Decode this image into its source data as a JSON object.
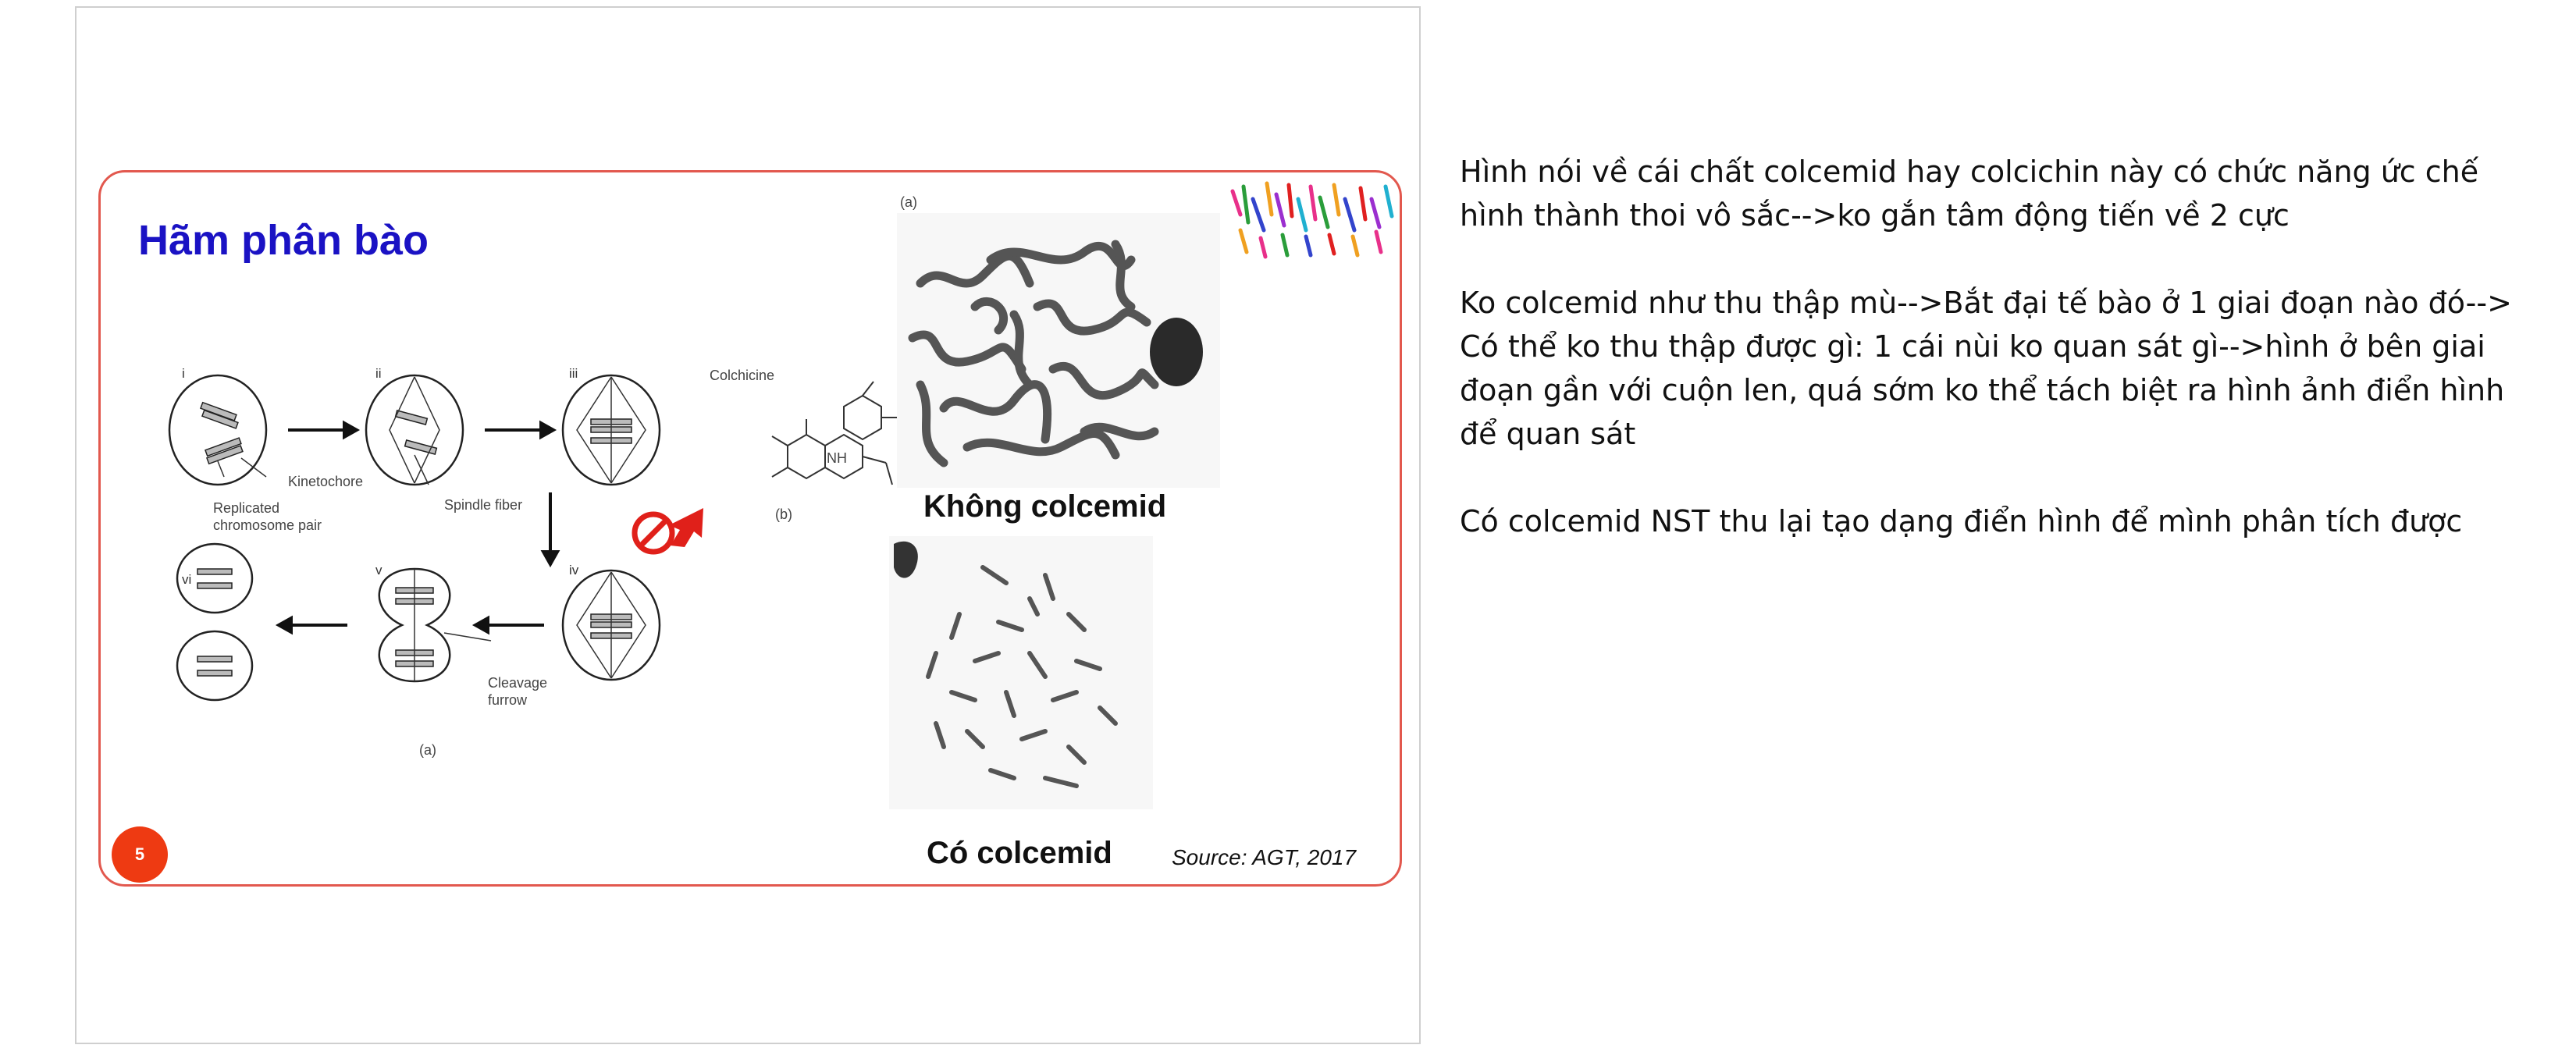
{
  "slide": {
    "title": "Hãm phân bào",
    "page_number": "5",
    "panel_label": "(a)",
    "colchicine_label": "Colchicine",
    "nh_label": "NH",
    "b_label": "(b)",
    "diagram_caption": "(a)",
    "cell_labels": [
      "i",
      "ii",
      "iii",
      "iv",
      "v",
      "vi"
    ],
    "kinetochore_label": "Kinetochore",
    "replicated_label_line1": "Replicated",
    "replicated_label_line2": "chromosome pair",
    "spindle_label": "Spindle fiber",
    "cleavage_label_line1": "Cleavage",
    "cleavage_label_line2": "furrow",
    "without_colcemid": "Không colcemid",
    "with_colcemid": "Có colcemid",
    "source": "Source: AGT, 2017",
    "colors": {
      "frame": "#e2584e",
      "title": "#1a12c4",
      "badge": "#ee3a12",
      "stop": "#e0201a"
    }
  },
  "notes": {
    "paragraph1": "Hình nói về cái chất colcemid hay colcichin này có chức năng ức chế hình thành thoi vô sắc-->ko gắn tâm động tiến về 2 cực",
    "paragraph2": "Ko colcemid như thu thập mù-->Bắt đại tế bào ở 1 giai đoạn nào đó--> Có thể ko thu thập được gì: 1 cái nùi ko quan sát gì-->hình ở bên giai đoạn gần với cuộn len, quá sớm ko thể tách biệt ra hình ảnh điển hình để quan sát",
    "paragraph3": "Có colcemid NST thu lại tạo dạng điển hình để mình phân tích được"
  }
}
